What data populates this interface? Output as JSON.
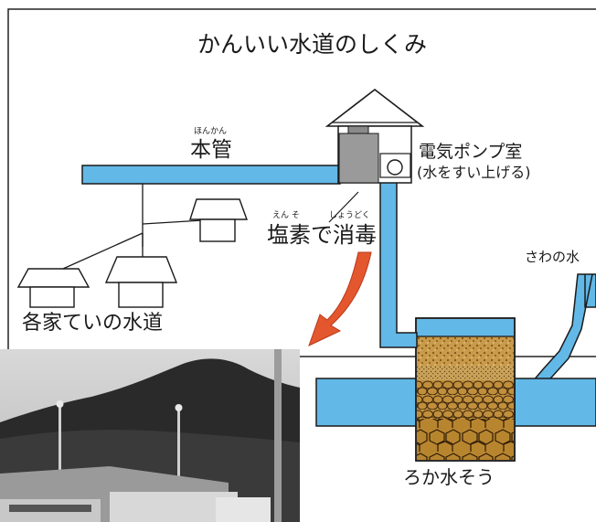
{
  "diagram": {
    "title": "かんいい水道のしくみ",
    "main_pipe_ruby": "ほんかん",
    "main_pipe_label": "本管",
    "pump_room_label": "電気ポンプ室",
    "pump_room_sub": "(水をすい上げる)",
    "chlorination_ruby_en": "えん そ",
    "chlorination_ruby_sho": "しょうどく",
    "chlorination_label": "塩素で消毒",
    "stream_label": "さわの水",
    "homes_label": "各家ていの水道",
    "filter_label": "ろか水そう"
  },
  "colors": {
    "water": "#62b8e6",
    "gravel": "#c89a4a",
    "arrow": "#e4572e",
    "pump_box": "#9a9a9a"
  }
}
